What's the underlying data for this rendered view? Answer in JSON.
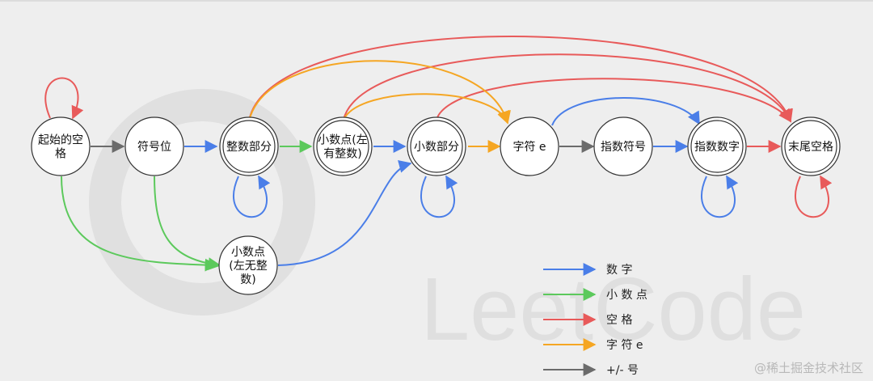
{
  "states": [
    {
      "id": "start_space",
      "lines": [
        "起始的空",
        "格"
      ],
      "accept": false
    },
    {
      "id": "sign",
      "lines": [
        "符号位"
      ],
      "accept": false
    },
    {
      "id": "integer",
      "lines": [
        "整数部分"
      ],
      "accept": true
    },
    {
      "id": "point_with_int",
      "lines": [
        "小数点(左",
        "有整数)"
      ],
      "accept": true
    },
    {
      "id": "fraction",
      "lines": [
        "小数部分"
      ],
      "accept": true
    },
    {
      "id": "char_e",
      "lines": [
        "字符 e"
      ],
      "accept": false
    },
    {
      "id": "exp_sign",
      "lines": [
        "指数符号"
      ],
      "accept": false
    },
    {
      "id": "exp_digit",
      "lines": [
        "指数数字"
      ],
      "accept": true
    },
    {
      "id": "end_space",
      "lines": [
        "末尾空格"
      ],
      "accept": true
    },
    {
      "id": "point_without_int",
      "lines": [
        "小数点",
        "(左无整",
        "数)"
      ],
      "accept": false
    }
  ],
  "legend": [
    {
      "color": "#4a7ee8",
      "label": "数 字"
    },
    {
      "color": "#5cc95c",
      "label": "小 数 点"
    },
    {
      "color": "#e85a5a",
      "label": "空 格"
    },
    {
      "color": "#f5a623",
      "label": "字 符 e"
    },
    {
      "color": "#6b6b6b",
      "label": "+/- 号"
    }
  ],
  "watermark": "@稀土掘金技术社区"
}
